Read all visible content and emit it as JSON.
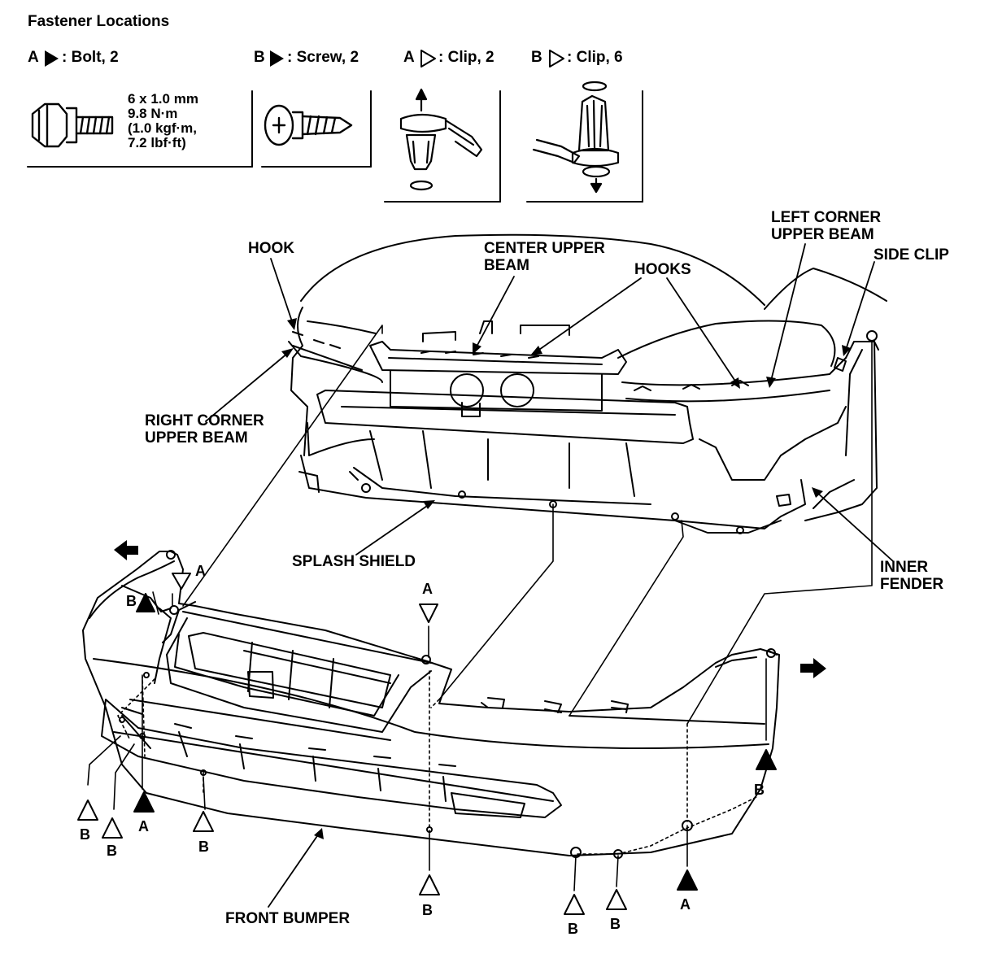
{
  "header": {
    "title": "Fastener Locations"
  },
  "legend": [
    {
      "key": "A",
      "marker": "filled-triangle",
      "text": ": Bolt, 2"
    },
    {
      "key": "B",
      "marker": "filled-triangle",
      "text": ": Screw, 2"
    },
    {
      "key": "A",
      "marker": "open-triangle",
      "text": ": Clip, 2"
    },
    {
      "key": "B",
      "marker": "open-triangle",
      "text": ": Clip, 6"
    }
  ],
  "bolt_spec": {
    "size": "6 x 1.0 mm",
    "torque_nm": "9.8 N·m",
    "torque_kgf": "(1.0 kgf·m,",
    "torque_lbf": "7.2 lbf·ft)"
  },
  "labels": {
    "hook": "HOOK",
    "center_upper_beam_1": "CENTER UPPER",
    "center_upper_beam_2": "BEAM",
    "hooks": "HOOKS",
    "left_corner_1": "LEFT CORNER",
    "left_corner_2": "UPPER BEAM",
    "side_clip": "SIDE CLIP",
    "right_corner_1": "RIGHT CORNER",
    "right_corner_2": "UPPER BEAM",
    "splash_shield": "SPLASH SHIELD",
    "inner_fender_1": "INNER",
    "inner_fender_2": "FENDER",
    "front_bumper": "FRONT BUMPER"
  },
  "markers": [
    {
      "id": "m1",
      "letter": "A",
      "type": "open"
    },
    {
      "id": "m2",
      "letter": "B",
      "type": "filled"
    },
    {
      "id": "m3",
      "letter": "A",
      "type": "open"
    },
    {
      "id": "m4",
      "letter": "B",
      "type": "open"
    },
    {
      "id": "m5",
      "letter": "B",
      "type": "open"
    },
    {
      "id": "m6",
      "letter": "A",
      "type": "filled"
    },
    {
      "id": "m7",
      "letter": "B",
      "type": "open"
    },
    {
      "id": "m8",
      "letter": "B",
      "type": "open"
    },
    {
      "id": "m9",
      "letter": "B",
      "type": "open"
    },
    {
      "id": "m10",
      "letter": "B",
      "type": "open"
    },
    {
      "id": "m11",
      "letter": "A",
      "type": "filled"
    },
    {
      "id": "m12",
      "letter": "B",
      "type": "filled"
    }
  ]
}
